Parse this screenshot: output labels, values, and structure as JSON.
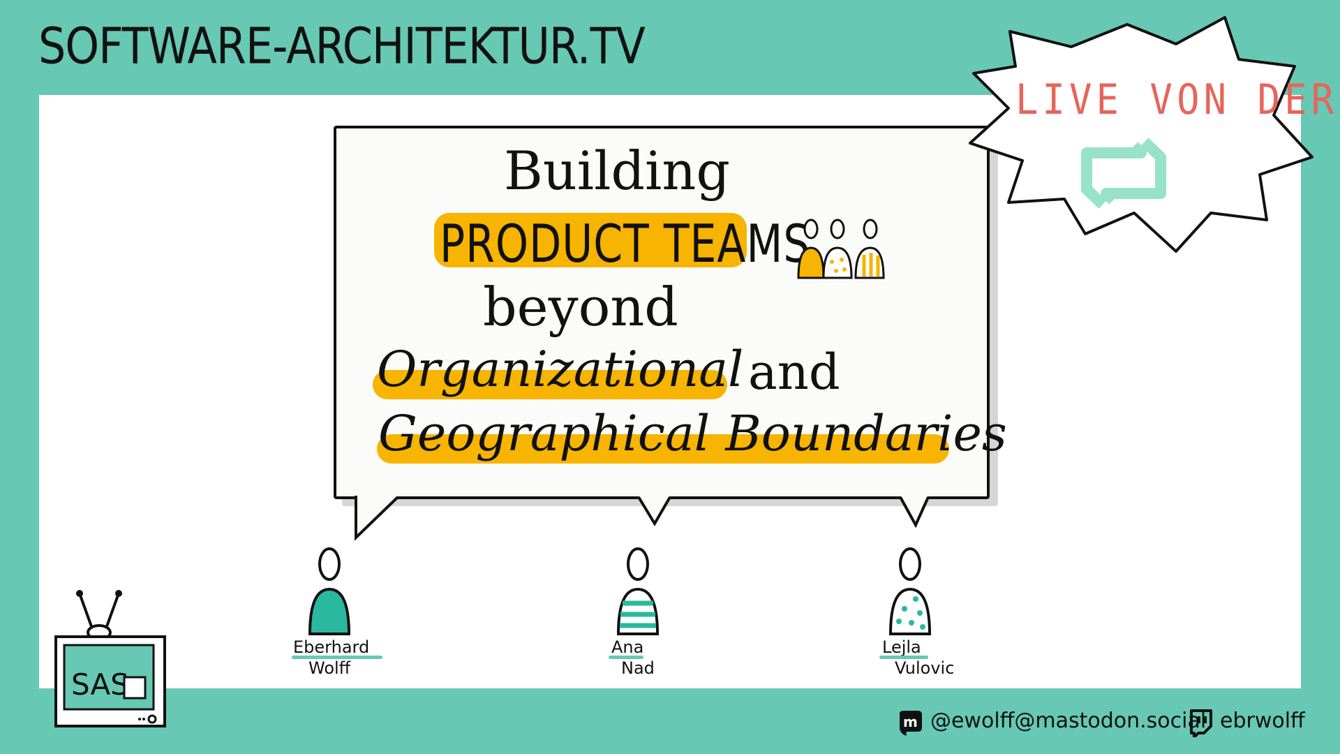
{
  "header": {
    "site_title": "SOFTWARE-ARCHITEKTUR.TV"
  },
  "badge": {
    "text": "LIVE VON DER",
    "logo_icon": "conference-logo-icon"
  },
  "talk": {
    "line1": "Building",
    "line2": "PRODUCT TEAMS",
    "line3": "beyond",
    "line4_highlight": "Organizational",
    "line4_rest": "and",
    "line5_highlight": "Geographical Boundaries",
    "team_icon": "team-icon"
  },
  "speakers": [
    {
      "first": "Eberhard",
      "last": "Wolff"
    },
    {
      "first": "Ana",
      "last": "Nad"
    },
    {
      "first": "Lejla",
      "last": "Vulovic"
    }
  ],
  "footer": {
    "mastodon": "@ewolff@mastodon.social",
    "twitch": "ebrwolff"
  },
  "colors": {
    "background": "#67c8b4",
    "highlight": "#f7b400",
    "badge_text": "#e8645a"
  }
}
